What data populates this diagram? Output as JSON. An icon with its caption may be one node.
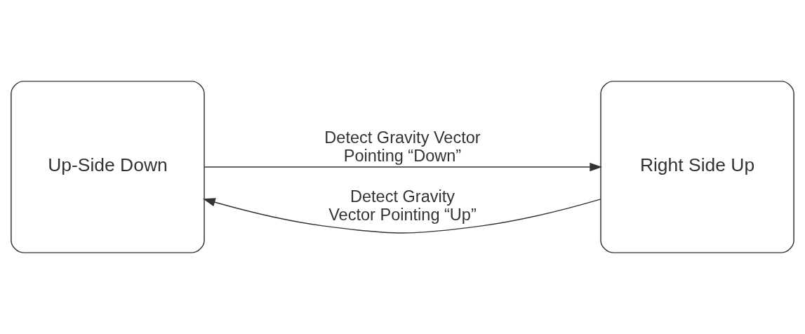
{
  "diagram": {
    "nodes": [
      {
        "text": [
          "Up-Side Down"
        ]
      },
      {
        "text": [
          "Right Side Up"
        ]
      }
    ],
    "edges": [
      {
        "from": 0,
        "to": 1,
        "arrow": "to",
        "label": "Detect Gravity Vector Pointing “Down”"
      },
      {
        "from": 1,
        "to": 0,
        "arrow": "to",
        "label": "Detect Gravity Vector Pointing “Up”"
      }
    ]
  }
}
